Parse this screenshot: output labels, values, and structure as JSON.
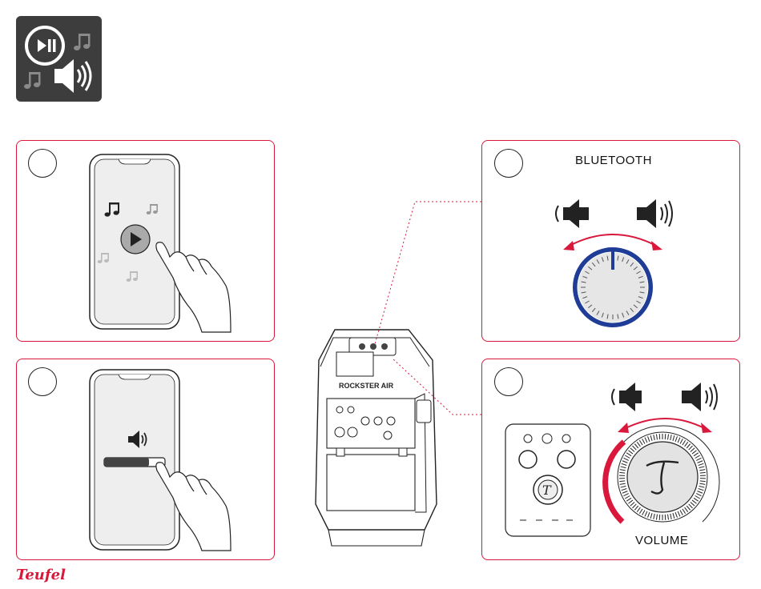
{
  "labels": {
    "bluetooth": "BLUETOOTH",
    "volume": "VOLUME",
    "speaker_brand": "ROCKSTER AIR",
    "logo": "Teufel"
  },
  "icons": {
    "header": [
      "play-pause-icon",
      "music-note-icon",
      "speaker-volume-icon"
    ],
    "panel1": [
      "phone-icon",
      "music-note-icon",
      "play-button-icon",
      "pointing-hand-icon"
    ],
    "panel2": [
      "phone-icon",
      "speaker-volume-icon",
      "volume-slider",
      "pointing-hand-icon"
    ],
    "panel3": [
      "speaker-quiet-icon",
      "speaker-loud-icon",
      "rotate-arrow-icon",
      "bluetooth-volume-knob"
    ],
    "panel4": [
      "control-panel",
      "speaker-quiet-icon",
      "speaker-loud-icon",
      "rotate-arrow-icon",
      "volume-knob"
    ]
  },
  "colors": {
    "accent_red": "#d9183b",
    "knob_blue": "#1f3c96",
    "tile_bg": "#3d3d3d"
  }
}
